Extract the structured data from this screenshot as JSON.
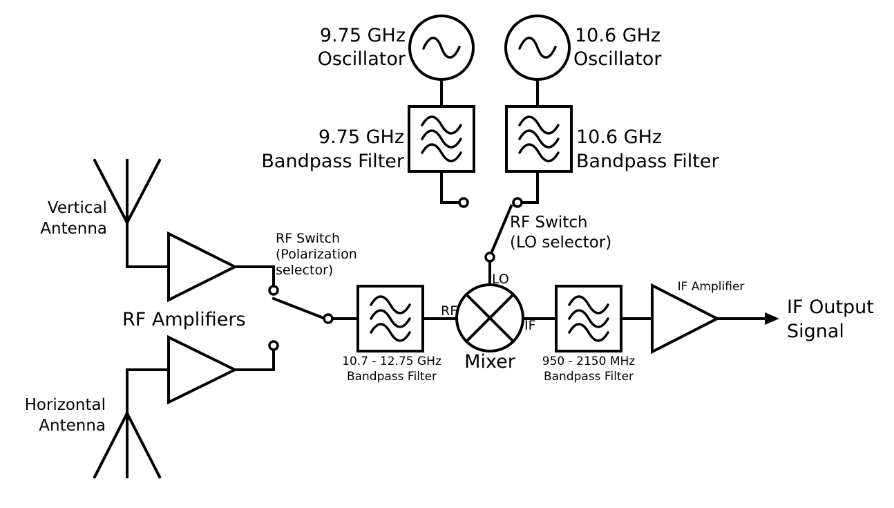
{
  "oscillators": {
    "lo1": {
      "freq": "9.75 GHz",
      "name": "Oscillator"
    },
    "lo2": {
      "freq": "10.6 GHz",
      "name": "Oscillator"
    }
  },
  "lo_filters": {
    "lo1": {
      "freq": "9.75 GHz",
      "name": "Bandpass Filter"
    },
    "lo2": {
      "freq": "10.6 GHz",
      "name": "Bandpass Filter"
    }
  },
  "antennas": {
    "vertical": {
      "line1": "Vertical",
      "line2": "Antenna"
    },
    "horizontal": {
      "line1": "Horizontal",
      "line2": "Antenna"
    }
  },
  "rf_amplifiers": {
    "label": "RF Amplifiers"
  },
  "rf_switch_pol": {
    "line1": "RF Switch",
    "line2": "(Polarization",
    "line3": "selector)"
  },
  "rf_switch_lo": {
    "line1": "RF Switch",
    "line2": "(LO selector)"
  },
  "rf_filter": {
    "line1": "10.7 - 12.75 GHz",
    "line2": "Bandpass Filter"
  },
  "mixer": {
    "label": "Mixer",
    "port_rf": "RF",
    "port_lo": "LO",
    "port_if": "IF"
  },
  "if_filter": {
    "line1": "950 - 2150 MHz",
    "line2": "Bandpass Filter"
  },
  "if_amplifier": {
    "label": "IF Amplifier"
  },
  "output": {
    "line1": "IF Output",
    "line2": "Signal"
  }
}
